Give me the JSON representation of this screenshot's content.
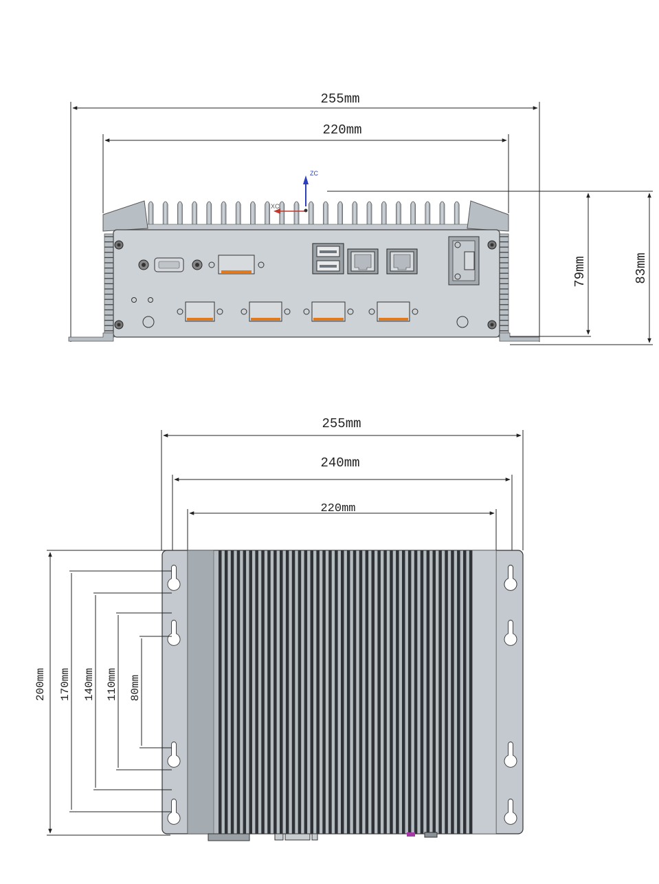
{
  "front_view": {
    "overall_width": "255mm",
    "inner_width": "220mm",
    "height_body": "79mm",
    "height_total": "83mm",
    "axis_z": "ZC",
    "axis_x": "XC"
  },
  "top_view": {
    "overall_width": "255mm",
    "mount_width": "240mm",
    "inner_width": "220mm",
    "depths": [
      "200mm",
      "170mm",
      "140mm",
      "110mm",
      "80mm"
    ]
  },
  "colors": {
    "body": "#c9ced3",
    "panel": "#d8dde1",
    "accent": "#e07a1f",
    "line": "#222222",
    "axis_z": "#2b3fbf",
    "axis_x": "#c0392b"
  }
}
